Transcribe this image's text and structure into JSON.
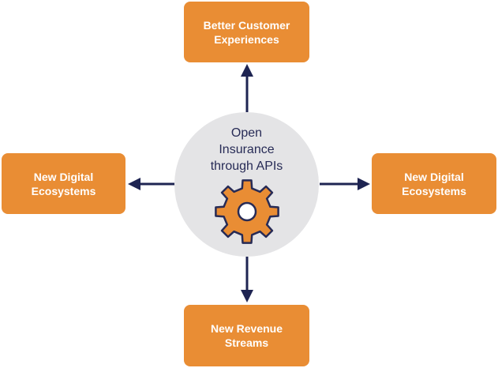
{
  "hub": {
    "title_lines": [
      "Open",
      "Insurance",
      "through APIs"
    ],
    "icon": "gear-icon"
  },
  "nodes": {
    "top": {
      "lines": [
        "Better Customer",
        "Experiences"
      ]
    },
    "left": {
      "lines": [
        "New Digital",
        "Ecosystems"
      ]
    },
    "right": {
      "lines": [
        "New Digital",
        "Ecosystems"
      ]
    },
    "bottom": {
      "lines": [
        "New Revenue",
        "Streams"
      ]
    }
  },
  "colors": {
    "node_fill": "#e98d34",
    "node_text": "#ffffff",
    "hub_fill": "#e4e4e6",
    "arrow": "#1e2452",
    "gear_fill": "#e98d34",
    "gear_stroke": "#272b56"
  }
}
